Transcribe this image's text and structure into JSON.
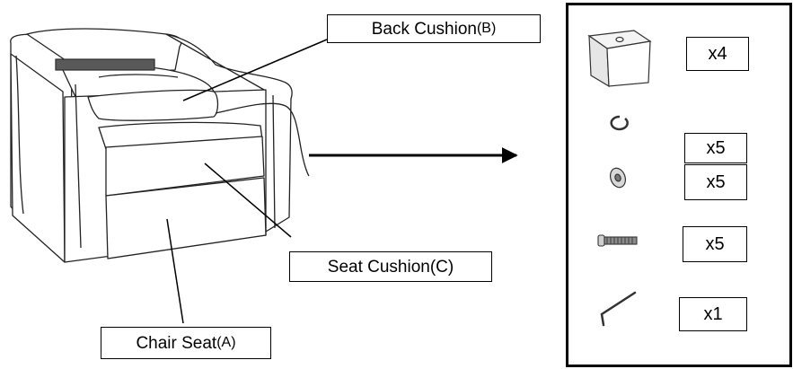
{
  "labels": {
    "back_cushion": {
      "text": "Back Cushion",
      "suffix": "(B)"
    },
    "seat_cushion": {
      "text": "Seat Cushion(C)",
      "suffix": ""
    },
    "chair_seat": {
      "text": "Chair Seat",
      "suffix": "(A)"
    }
  },
  "parts": [
    {
      "name": "leg-block-icon",
      "quantity": "x4"
    },
    {
      "name": "snap-ring-icon",
      "quantity": "x5"
    },
    {
      "name": "washer-icon",
      "quantity": "x5"
    },
    {
      "name": "bolt-icon",
      "quantity": "x5"
    },
    {
      "name": "allen-key-icon",
      "quantity": "x1"
    }
  ]
}
